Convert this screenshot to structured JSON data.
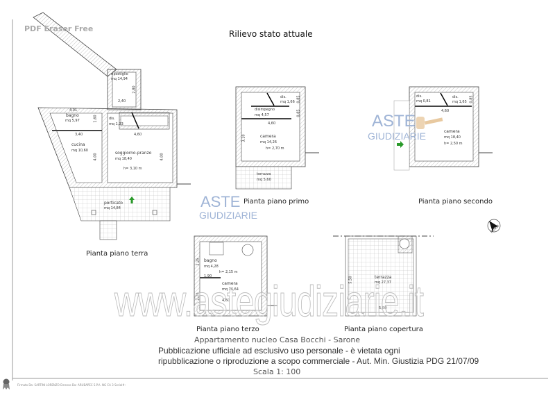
{
  "watermark_app": "PDF Eraser Free",
  "title": "Rilievo stato attuale",
  "floors": {
    "terra": {
      "label": "Pianta piano terra",
      "rooms": [
        {
          "name": "ripostiglio",
          "area": "mq 14,94"
        },
        {
          "name": "bagno",
          "area": "mq 5,97"
        },
        {
          "name": "dis.",
          "area": "mq 1,23"
        },
        {
          "name": "cucina",
          "area": "mq 10,60"
        },
        {
          "name": "soggiorno-pranzo",
          "area": "mq 18,40",
          "height": "h= 3,10 m"
        },
        {
          "name": "porticato",
          "area": "mq 14,84"
        }
      ],
      "dims": [
        "2,40",
        "2,80",
        "4,01",
        "1,60",
        "3,40",
        "4,60",
        "4,00",
        "4,00"
      ]
    },
    "primo": {
      "label": "Pianta piano primo",
      "rooms": [
        {
          "name": "dis.",
          "area": "mq 1,66"
        },
        {
          "name": "disimpegno",
          "area": "mq 4,57"
        },
        {
          "name": "camera",
          "area": "mq 14,26",
          "height": "h= 2,70 m"
        },
        {
          "name": "terrazza",
          "area": "mq 5,60"
        }
      ],
      "dims": [
        "4,60",
        "3,10",
        "0,85",
        "0,85"
      ]
    },
    "secondo": {
      "label": "Pianta piano secondo",
      "rooms": [
        {
          "name": "dis.",
          "area": "mq 0,81"
        },
        {
          "name": "dis.",
          "area": "mq 1,65"
        },
        {
          "name": "camera",
          "area": "mq 18,40",
          "height": "h= 2,50 m"
        }
      ],
      "dims": [
        "4,60",
        "0,85"
      ]
    },
    "terzo": {
      "label": "Pianta piano terzo",
      "rooms": [
        {
          "name": "bagno",
          "area": "mq 4,28"
        },
        {
          "name": "camera",
          "area": "mq 16,64",
          "height": "h= 2,15 m"
        }
      ],
      "dims": [
        "1,90",
        "2,25",
        "2,20",
        "4,60"
      ]
    },
    "copertura": {
      "label": "Pianta piano copertura",
      "rooms": [
        {
          "name": "terrazza",
          "area": "mq 27,37"
        }
      ],
      "dims": [
        "5,50",
        "5,60"
      ]
    }
  },
  "north_label": "NORD",
  "logo": {
    "line1": "ASTE",
    "line2": "GIUDIZIARIE"
  },
  "site_watermark": "www.astegiudiziarie.it",
  "caption": {
    "line1": "Appartamento nucleo Casa Bocchi - Sarone",
    "line2": "Scala 1: 100"
  },
  "notice": {
    "line1": "Pubblicazione ufficiale ad esclusivo uso personale - è vietata ogni",
    "line2": "ripubblicazione o riproduzione a scopo commerciale - Aut. Min. Giustizia PDG 21/07/09"
  },
  "signature": "Firmato Da: SARTINI LORENZO Emesso Da: ARUBAPEC S.P.A. NG CA 3 Serial#:",
  "colors": {
    "arrow": "#2a9a2a",
    "logo_blue": "#9fb4d6",
    "logo_gold": "#e8c9a0",
    "hatch": "#999999"
  }
}
